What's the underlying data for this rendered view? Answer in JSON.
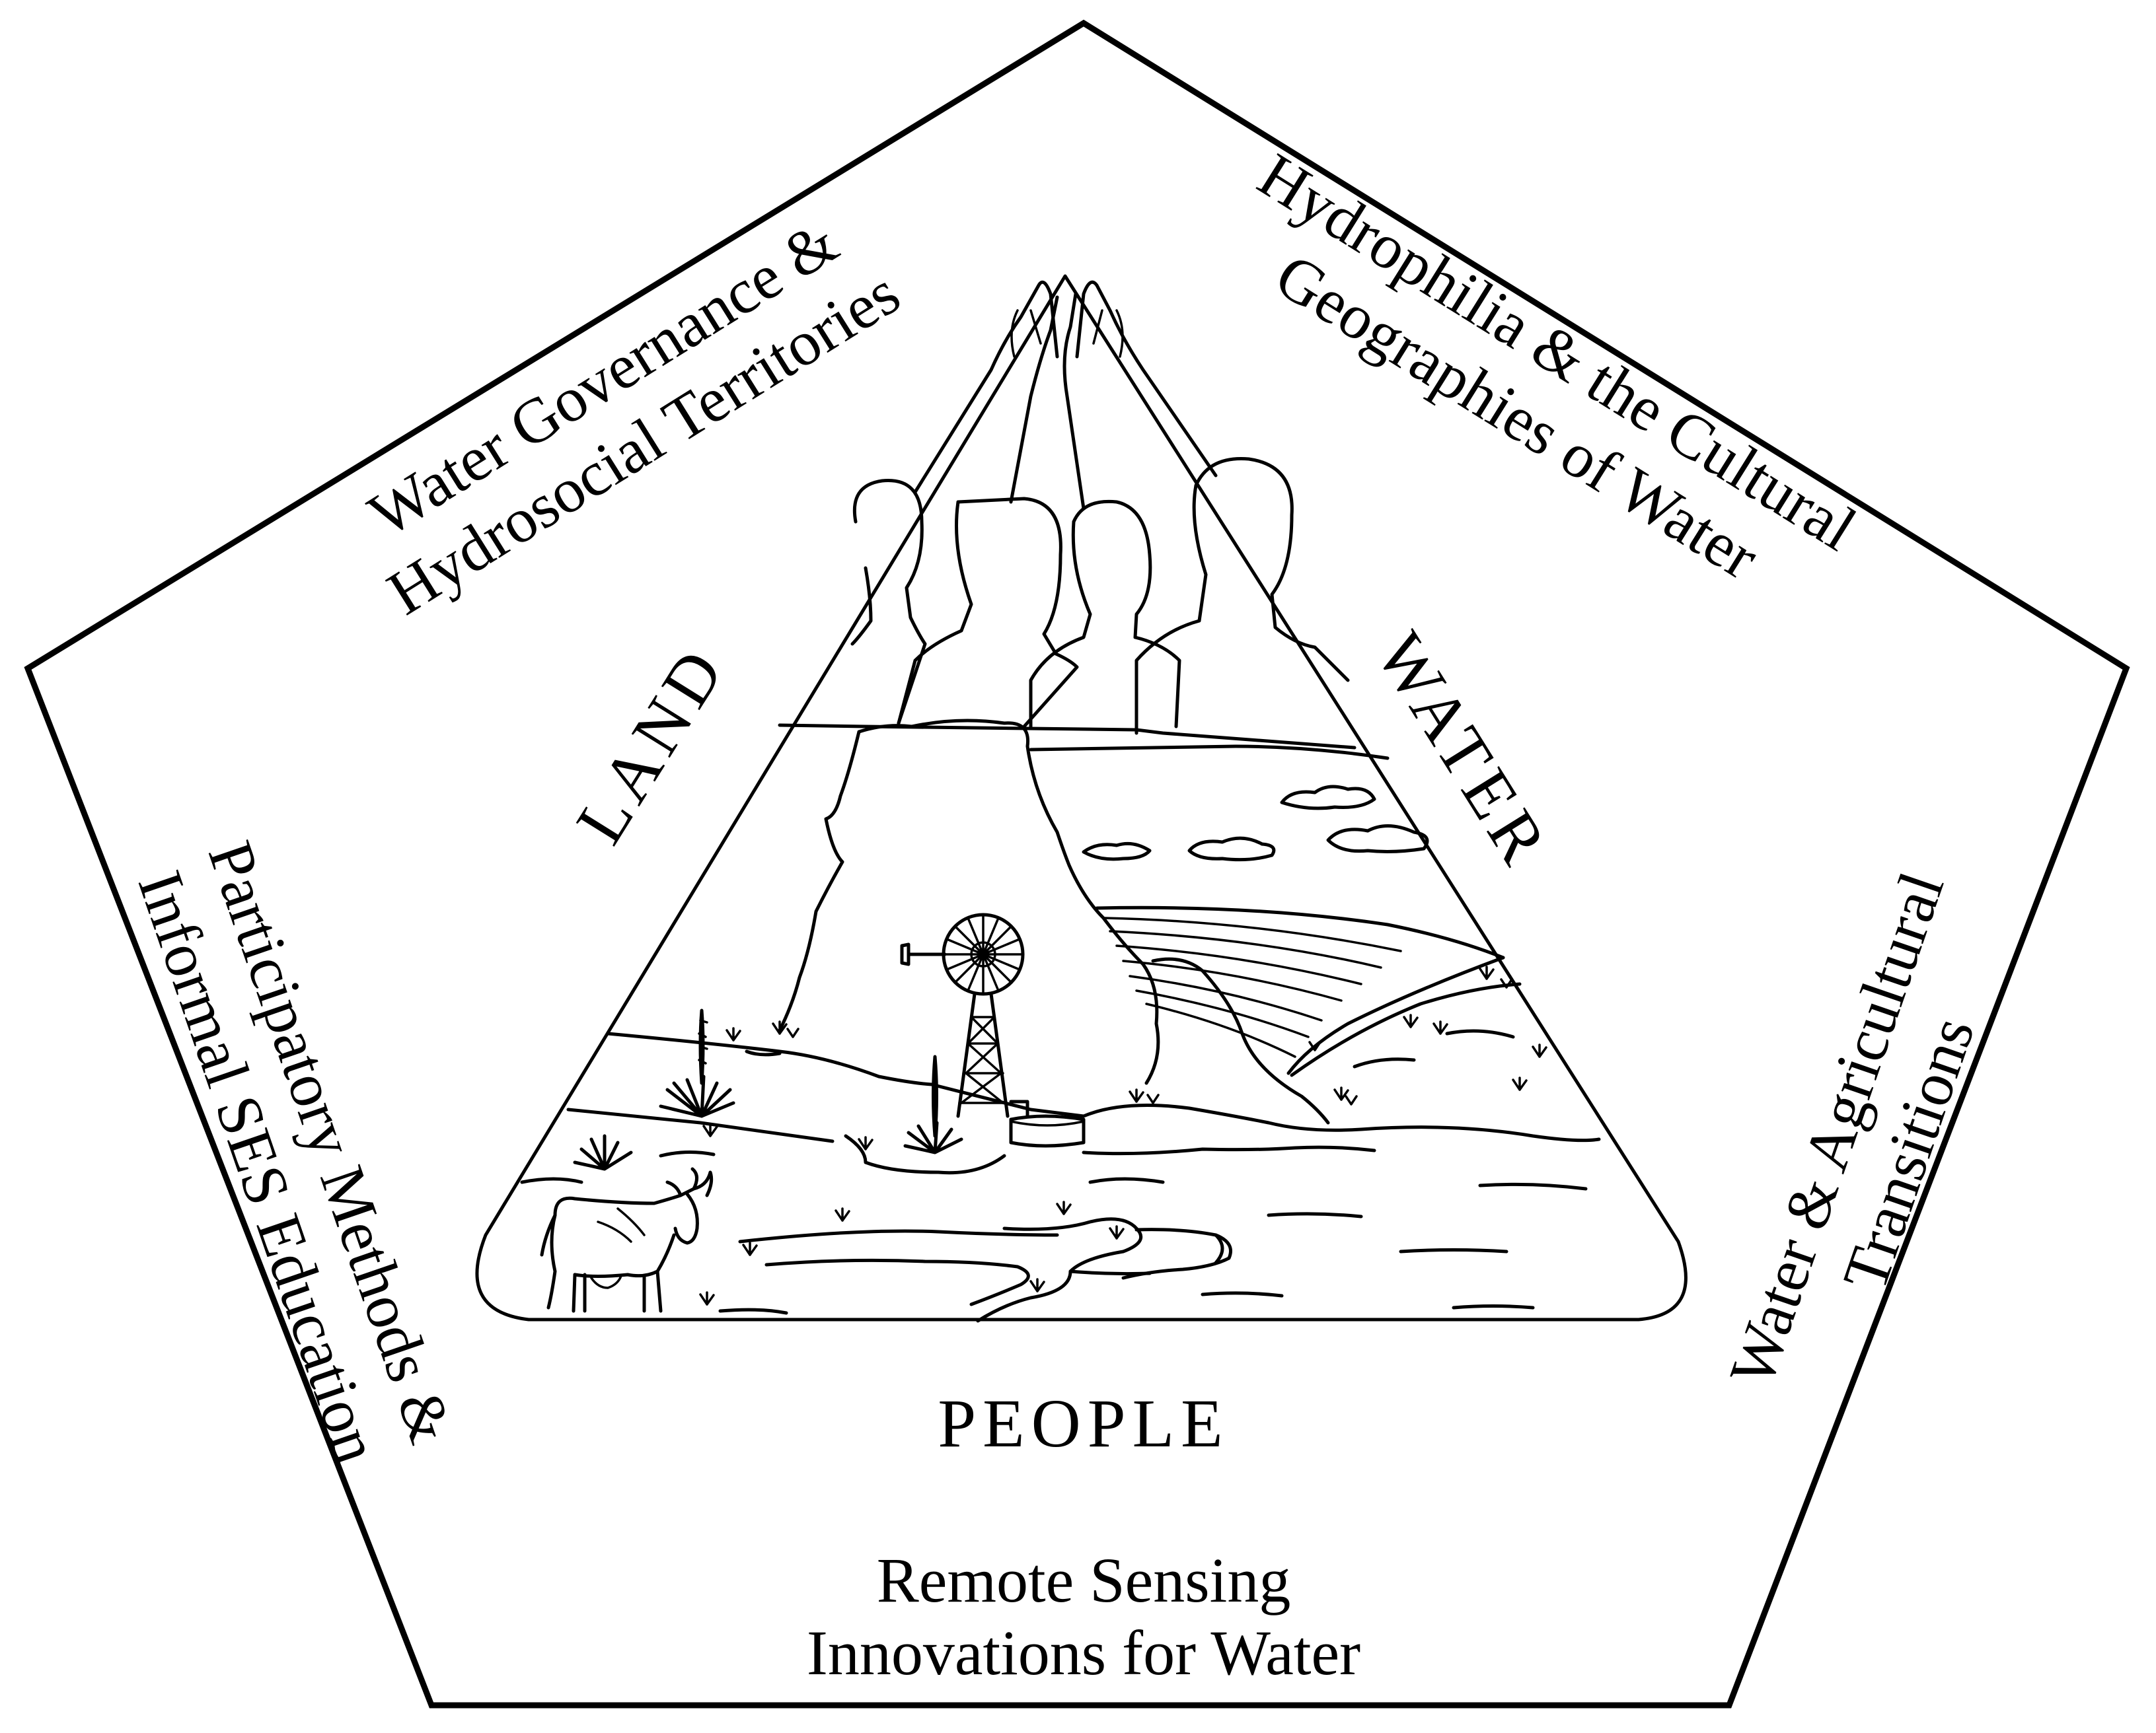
{
  "themes": {
    "top_left": [
      "Water Governance &",
      "Hydrosocial Territories"
    ],
    "top_right": [
      "Hydrophilia & the Cultural",
      "Geographies of Water"
    ],
    "left": [
      "Participatory Methods &",
      "Informal SES Education"
    ],
    "right": [
      "Water & Agricultural",
      "Transitions"
    ],
    "bottom": [
      "Remote Sensing",
      "Innovations for Water"
    ]
  },
  "dimensions": {
    "land": "LAND",
    "water": "WATER",
    "people": "PEOPLE"
  },
  "icons": [
    "people-silhouettes-icon",
    "raised-hands-icon",
    "mesa-icon",
    "windmill-icon",
    "cow-icon",
    "river-icon",
    "crop-field-icon",
    "cloud-icon",
    "yucca-icon"
  ]
}
